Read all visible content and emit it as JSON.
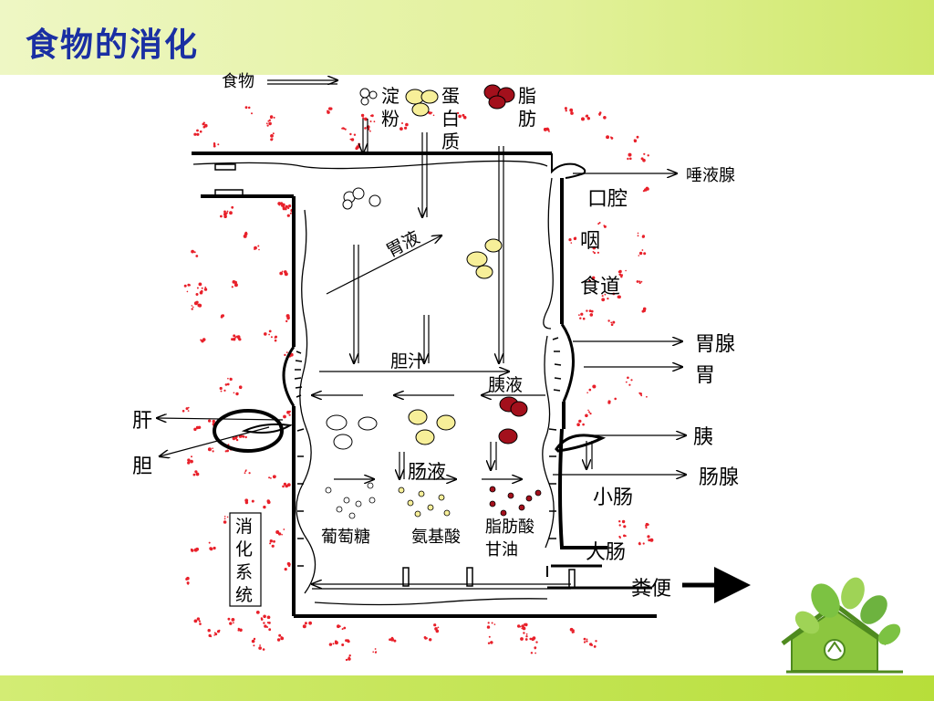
{
  "title": "食物的消化",
  "labels": {
    "food": "食物",
    "starch_a": "淀",
    "starch_b": "粉",
    "protein_a": "蛋",
    "protein_b": "白",
    "protein_c": "质",
    "fat_a": "脂",
    "fat_b": "肪",
    "salivary": "唾液腺",
    "mouth": "口腔",
    "pharynx": "咽",
    "esophagus": "食道",
    "gastric_juice": "胃液",
    "gastric_gland": "胃腺",
    "stomach": "胃",
    "bile": "胆汁",
    "pancreatic_juice": "胰液",
    "liver": "肝",
    "gallbladder": "胆",
    "pancreas": "胰",
    "intestinal_juice": "肠液",
    "intestinal_gland": "肠腺",
    "small_intestine": "小肠",
    "glucose": "葡萄糖",
    "amino_acid": "氨基酸",
    "fatty_acid": "脂肪酸",
    "glycerol": "甘油",
    "large_intestine": "大肠",
    "feces": "粪便",
    "system_1": "消",
    "system_2": "化",
    "system_3": "系",
    "system_4": "统"
  },
  "colors": {
    "title": "#1a2fa3",
    "dots": "#e8202a",
    "protein": "#f7ef99",
    "fat": "#a3101c",
    "leaf": "#7cc242"
  }
}
